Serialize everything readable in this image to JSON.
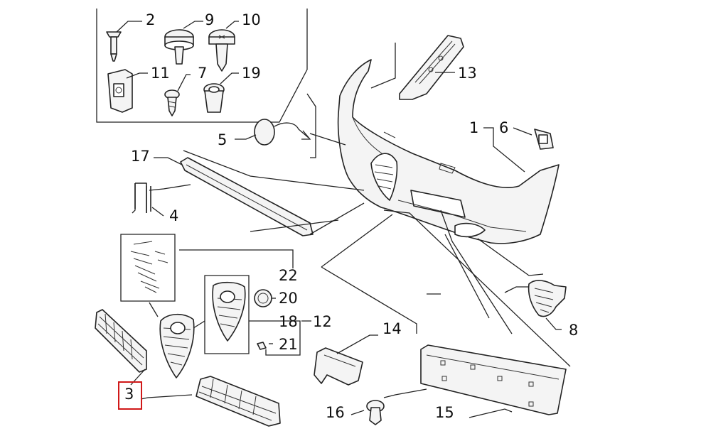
{
  "diagram": {
    "callouts": [
      {
        "id": "c2",
        "text": "2"
      },
      {
        "id": "c9",
        "text": "9"
      },
      {
        "id": "c10",
        "text": "10"
      },
      {
        "id": "c11",
        "text": "11"
      },
      {
        "id": "c7",
        "text": "7"
      },
      {
        "id": "c19",
        "text": "19"
      },
      {
        "id": "c13",
        "text": "13"
      },
      {
        "id": "c5",
        "text": "5"
      },
      {
        "id": "c1",
        "text": "1"
      },
      {
        "id": "c6",
        "text": "6"
      },
      {
        "id": "c17",
        "text": "17"
      },
      {
        "id": "c4",
        "text": "4"
      },
      {
        "id": "c22",
        "text": "22"
      },
      {
        "id": "c20",
        "text": "20"
      },
      {
        "id": "c18",
        "text": "18"
      },
      {
        "id": "c12",
        "text": "12"
      },
      {
        "id": "c21",
        "text": "21"
      },
      {
        "id": "c14",
        "text": "14"
      },
      {
        "id": "c8",
        "text": "8"
      },
      {
        "id": "c3",
        "text": "3"
      },
      {
        "id": "c16",
        "text": "16"
      },
      {
        "id": "c15",
        "text": "15"
      }
    ],
    "highlighted_callout": "3",
    "highlight_color": "#d01818"
  }
}
